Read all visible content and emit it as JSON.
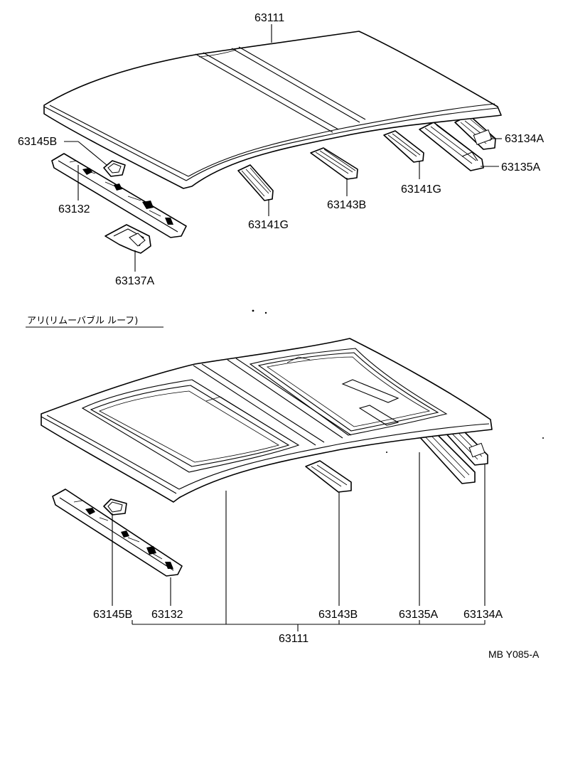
{
  "top_diagram": {
    "labels": {
      "roof_panel": "63111",
      "rail_rear": "63134A",
      "rail_rear_inner": "63135A",
      "bow_right": "63141G",
      "bow_center": "63143B",
      "bow_left": "63141G",
      "bracket": "63145B",
      "header_front": "63132",
      "reinforcement": "63137A"
    }
  },
  "bottom_diagram": {
    "section_title": "アリ(リムーバブル ルーフ)",
    "labels": {
      "bracket": "63145B",
      "header_front": "63132",
      "bow_center": "63143B",
      "rail_rear_inner": "63135A",
      "rail_rear": "63134A",
      "roof_panel": "63111"
    }
  },
  "reference_code": "MB Y085-A",
  "colors": {
    "line": "#000000",
    "background": "#ffffff"
  }
}
